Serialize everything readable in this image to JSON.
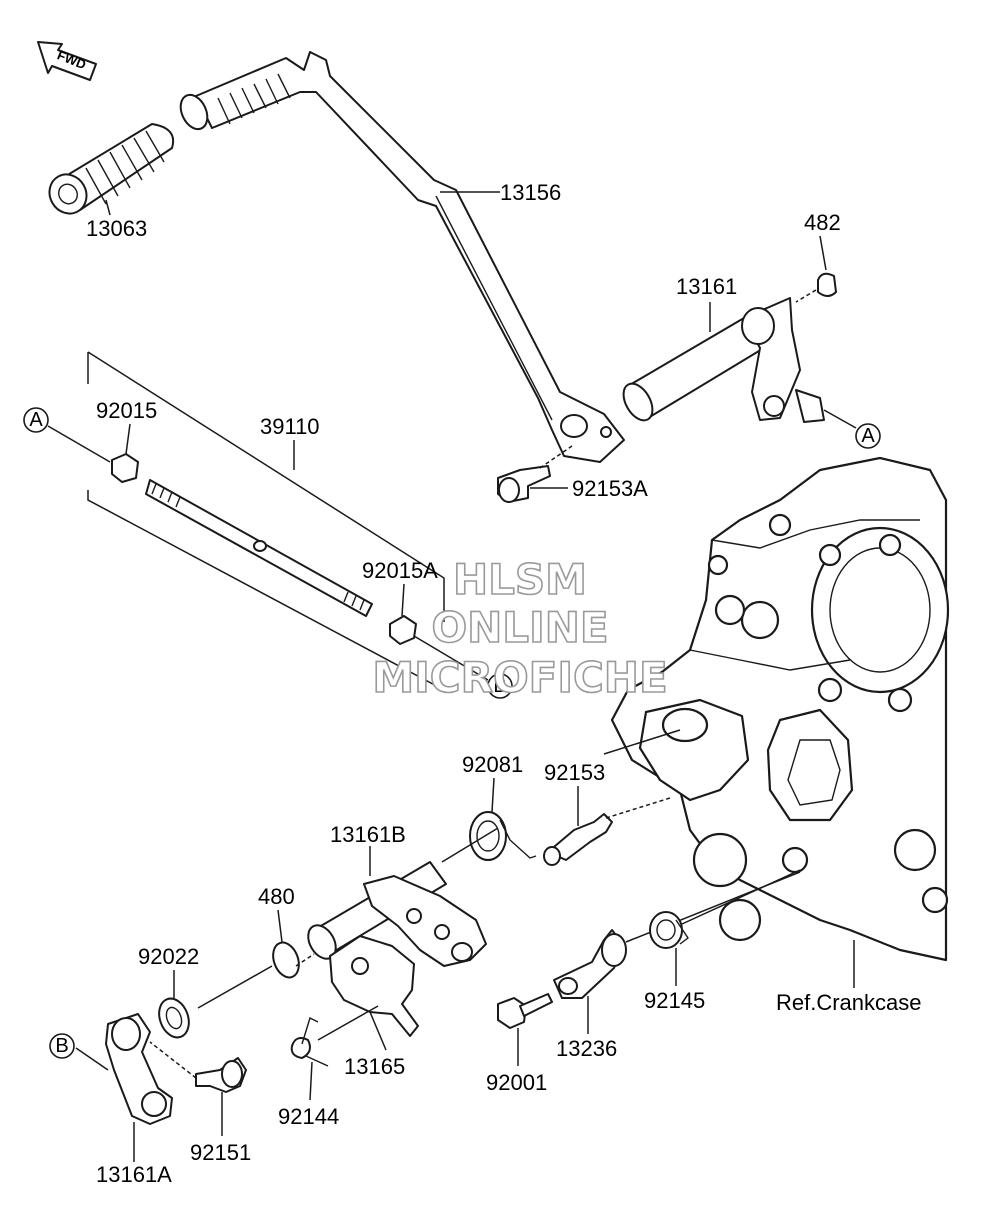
{
  "fwd_badge": "FWD",
  "watermark": {
    "line1": "HLSM",
    "line2": "ONLINE",
    "line3": "MICROFICHE"
  },
  "ref_note": "Ref.Crankcase",
  "callouts": {
    "a_left": "A",
    "a_right": "A",
    "b_right": "B",
    "b_left": "B"
  },
  "parts": {
    "p13063": "13063",
    "p13156": "13156",
    "p482": "482",
    "p13161": "13161",
    "p92015": "92015",
    "p39110": "39110",
    "p92153A": "92153A",
    "p92015A": "92015A",
    "p92081": "92081",
    "p92153": "92153",
    "p13161B": "13161B",
    "p480": "480",
    "p92022": "92022",
    "p92145": "92145",
    "p13236": "13236",
    "p92001": "92001",
    "p13165": "13165",
    "p92144": "92144",
    "p92151": "92151",
    "p13161A": "13161A"
  }
}
